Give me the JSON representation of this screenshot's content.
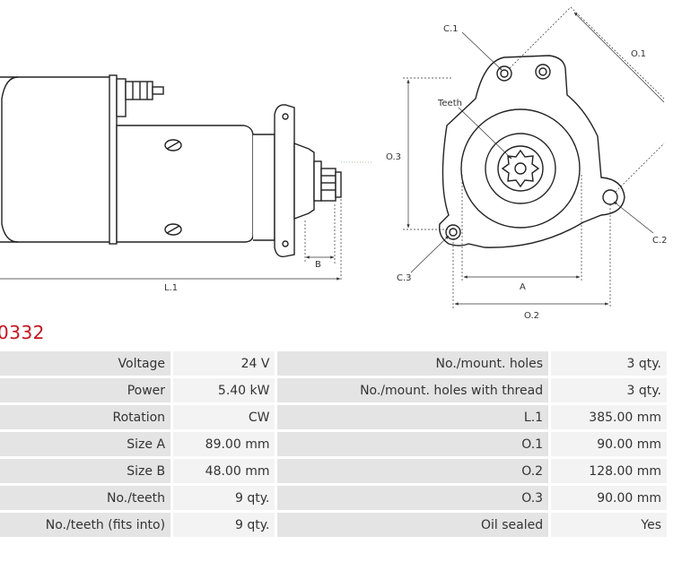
{
  "diagram": {
    "labels": {
      "l1": "L.1",
      "b": "B",
      "a": "A",
      "o1": "O.1",
      "o2": "O.2",
      "o3": "O.3",
      "c1": "C.1",
      "c2": "C.2",
      "c3": "C.3",
      "teeth": "Teeth"
    }
  },
  "part_number": "0332",
  "specs": {
    "rows": [
      {
        "label_left": "Voltage",
        "value_left": "24 V",
        "label_right": "No./mount. holes",
        "value_right": "3 qty."
      },
      {
        "label_left": "Power",
        "value_left": "5.40 kW",
        "label_right": "No./mount. holes with thread",
        "value_right": "3 qty."
      },
      {
        "label_left": "Rotation",
        "value_left": "CW",
        "label_right": "L.1",
        "value_right": "385.00 mm"
      },
      {
        "label_left": "Size A",
        "value_left": "89.00 mm",
        "label_right": "O.1",
        "value_right": "90.00 mm"
      },
      {
        "label_left": "Size B",
        "value_left": "48.00 mm",
        "label_right": "O.2",
        "value_right": "128.00 mm"
      },
      {
        "label_left": "No./teeth",
        "value_left": "9 qty.",
        "label_right": "O.3",
        "value_right": "90.00 mm"
      },
      {
        "label_left": "No./teeth (fits into)",
        "value_left": "9 qty.",
        "label_right": "Oil sealed",
        "value_right": "Yes"
      }
    ]
  }
}
